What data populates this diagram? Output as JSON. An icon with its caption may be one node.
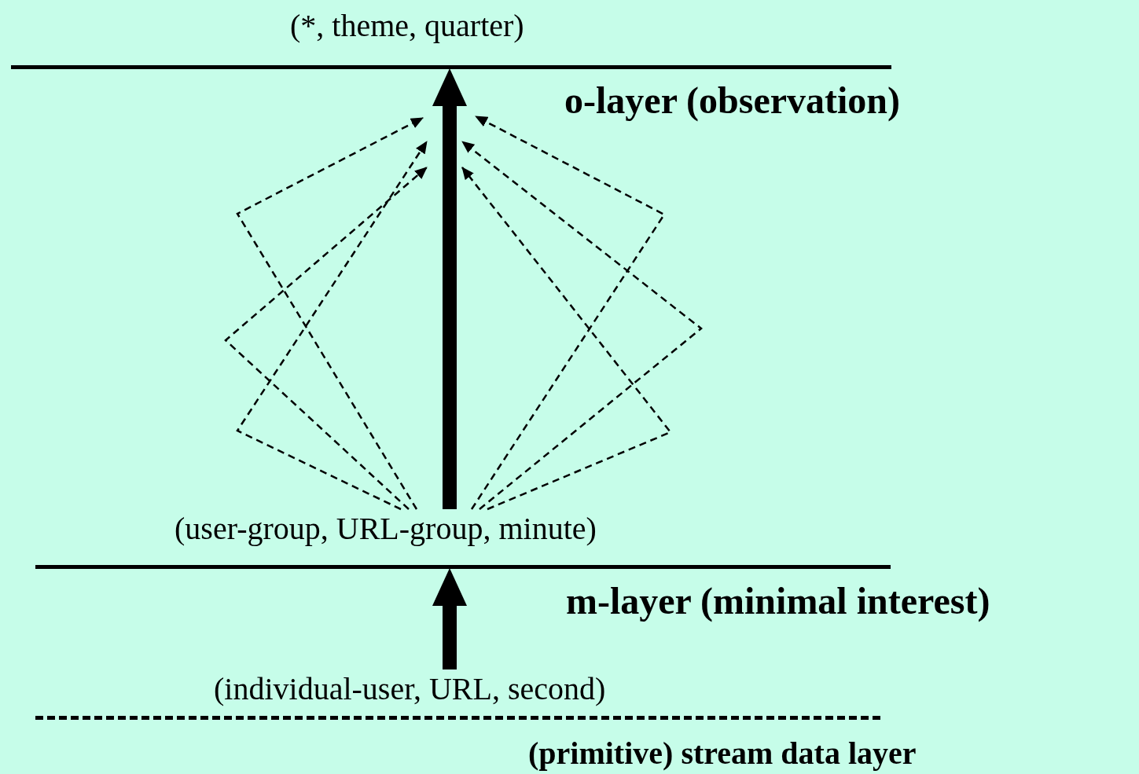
{
  "diagram": {
    "nodes": [
      {
        "text": [
          "(*, theme, quarter)"
        ]
      },
      {
        "text": [
          "(user-group, URL-group, minute)"
        ]
      },
      {
        "text": [
          "(individual-user, URL, second)"
        ]
      }
    ],
    "edges": [
      {
        "from": 1,
        "to": 0,
        "arrow": "to",
        "style": "thick"
      },
      {
        "from": 2,
        "to": 1,
        "arrow": "to",
        "style": "thick"
      },
      {
        "from": 1,
        "to": null,
        "arrow": "to",
        "style": "dashed"
      },
      {
        "from": 1,
        "to": null,
        "arrow": "to",
        "style": "dashed"
      },
      {
        "from": 1,
        "to": null,
        "arrow": "to",
        "style": "dashed"
      },
      {
        "from": 1,
        "to": null,
        "arrow": "to",
        "style": "dashed"
      },
      {
        "from": 1,
        "to": null,
        "arrow": "to",
        "style": "dashed"
      },
      {
        "from": 1,
        "to": null,
        "arrow": "to",
        "style": "dashed"
      }
    ],
    "labels": [
      "o-layer (observation)",
      "m-layer (minimal interest)",
      "(primitive) stream data layer"
    ]
  }
}
